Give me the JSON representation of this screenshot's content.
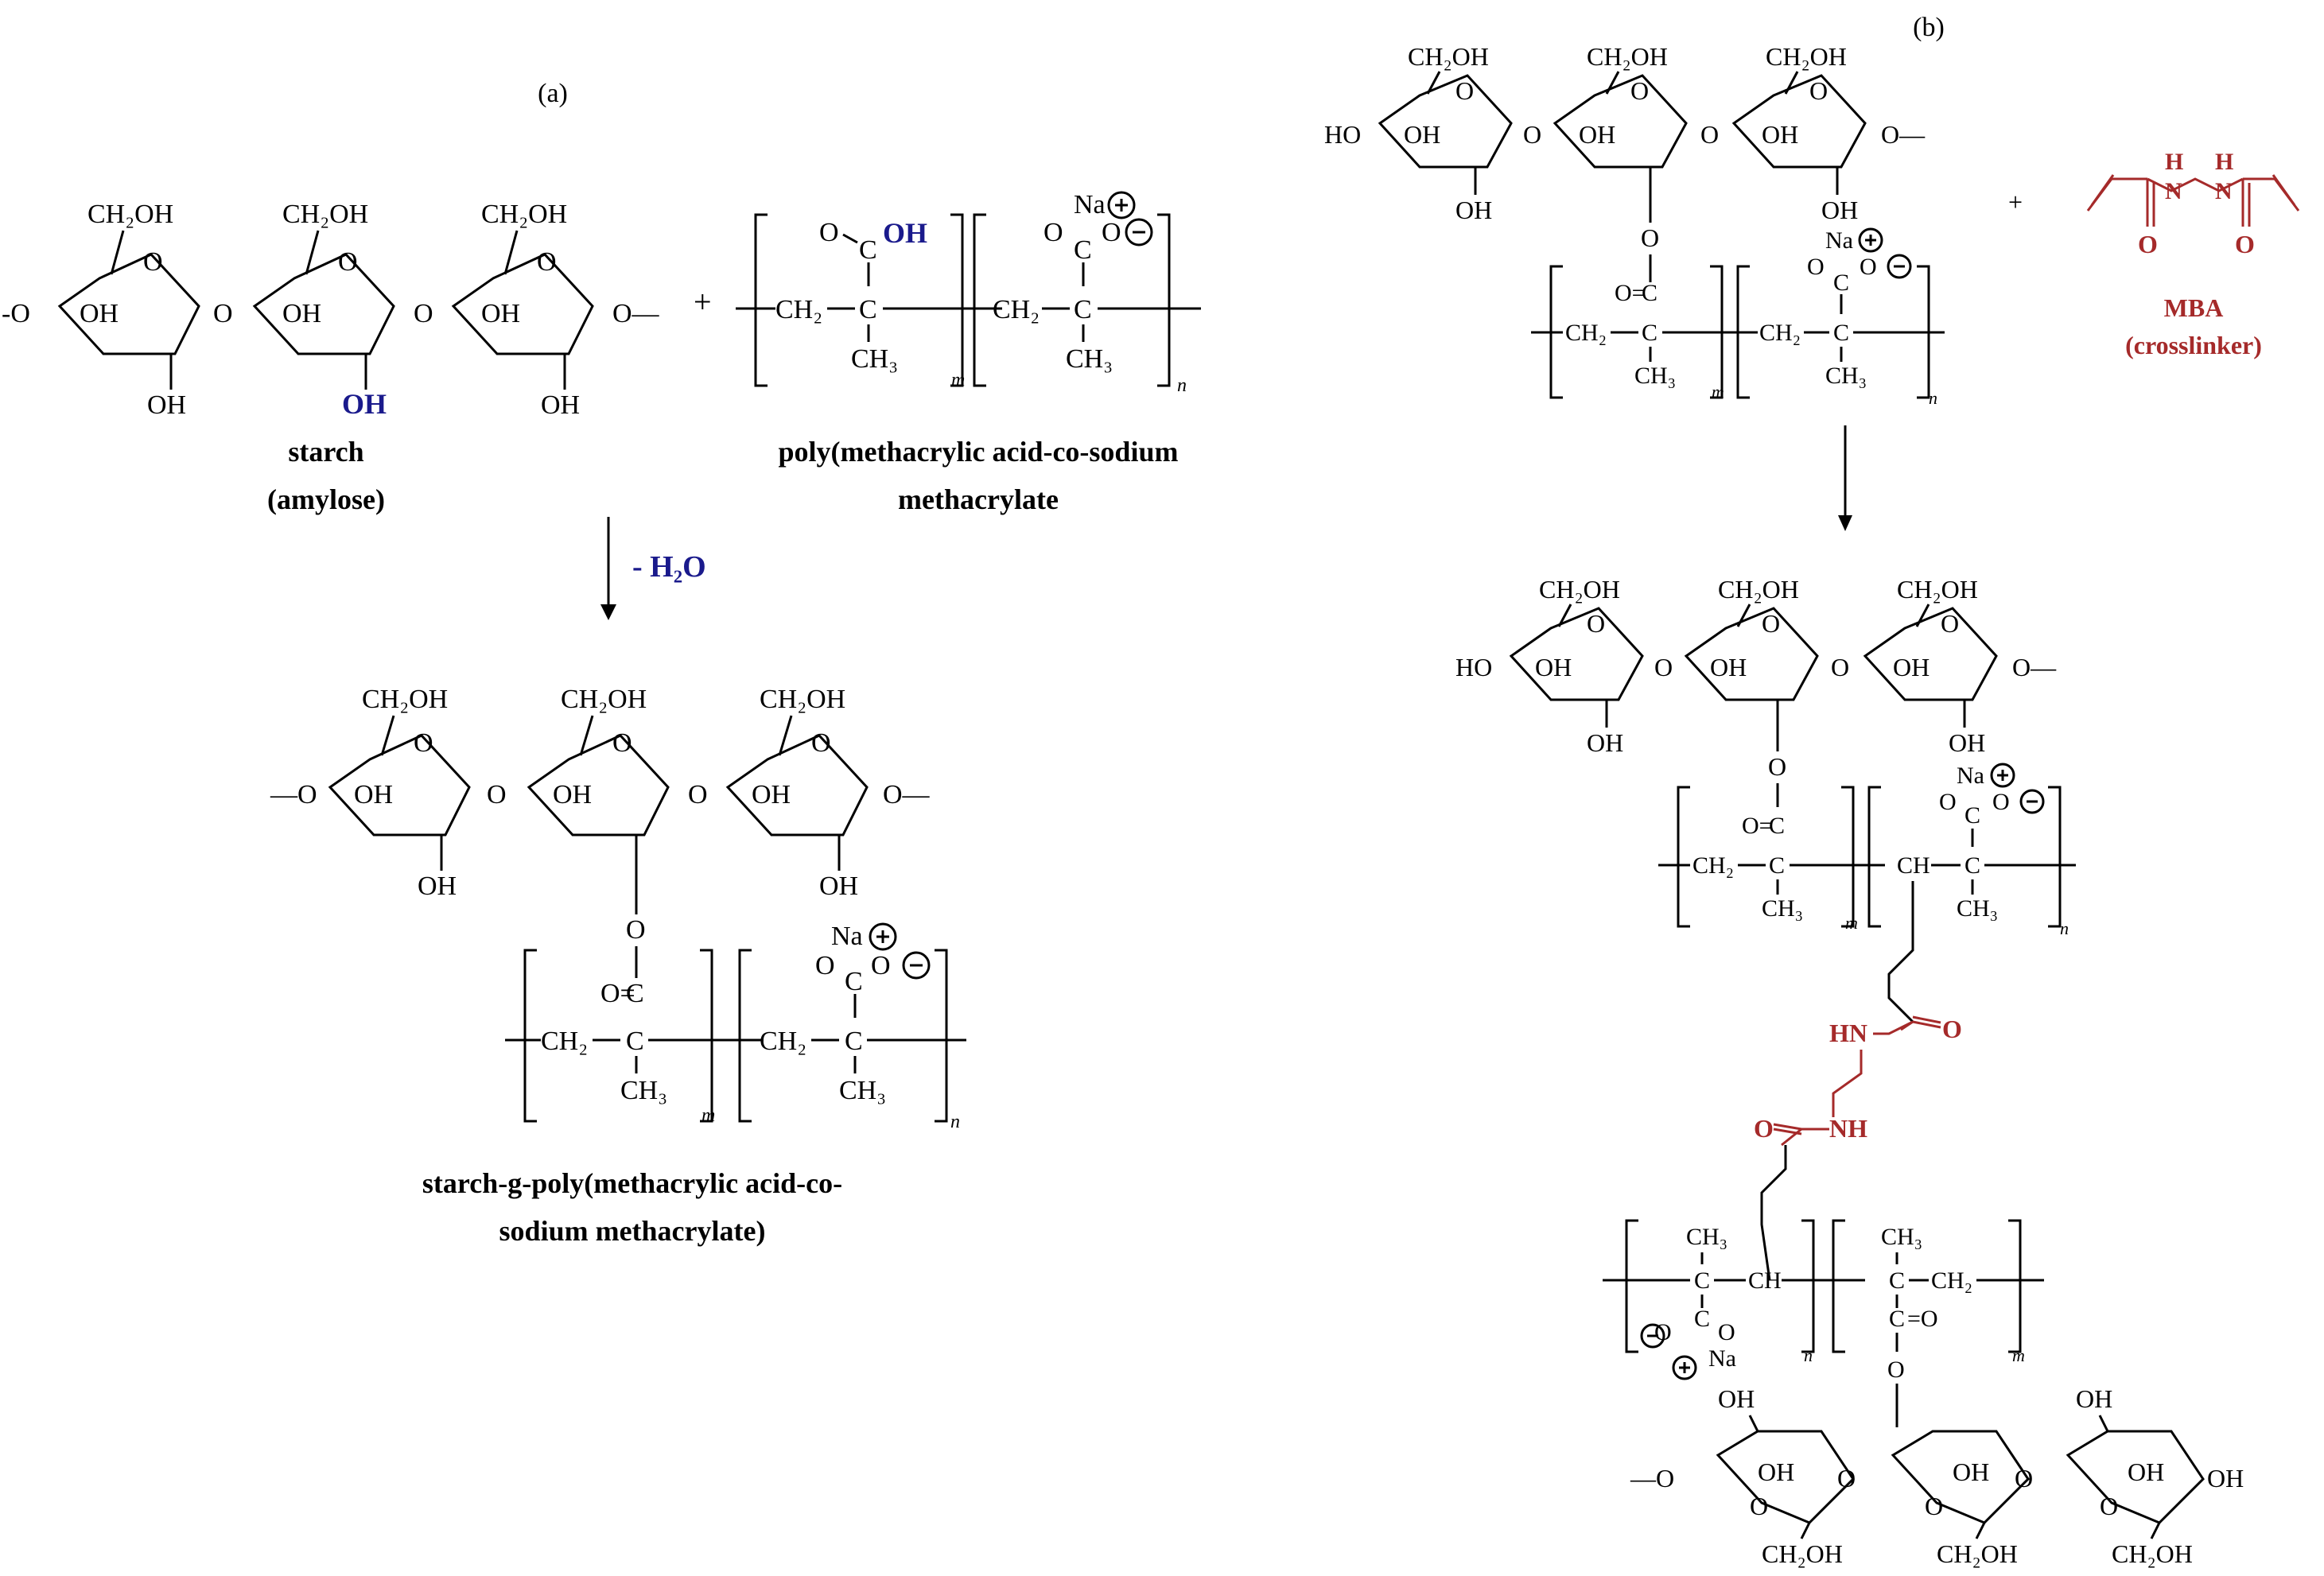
{
  "panel_a": {
    "label": "(a)",
    "starch_name_1": "starch",
    "starch_name_2": "(amylose)",
    "polymer_name_1": "poly(methacrylic acid-co-sodium",
    "polymer_name_2": "methacrylate",
    "arrow_label": "- H₂O",
    "product_name_1": "starch-g-poly(methacrylic acid-co-",
    "product_name_2": "sodium methacrylate)"
  },
  "panel_b": {
    "label": "(b)",
    "plus": "+",
    "mba_name": "MBA",
    "mba_role": "(crosslinker)"
  },
  "atoms": {
    "ch2oh": "CH₂OH",
    "oh": "OH",
    "ho": "HO",
    "o": "O",
    "na": "Na",
    "m": "m",
    "n": "n",
    "ch2": "CH₂",
    "ch3": "CH₃",
    "c": "C",
    "ch": "CH",
    "hn": "HN",
    "nh": "NH",
    "h": "H",
    "n_atom": "N",
    "eq_o": "=O",
    "o_eq": "O="
  },
  "colors": {
    "reactive_oh": "#1a1a8c",
    "crosslinker": "#a52a2a",
    "bond": "#000000"
  }
}
